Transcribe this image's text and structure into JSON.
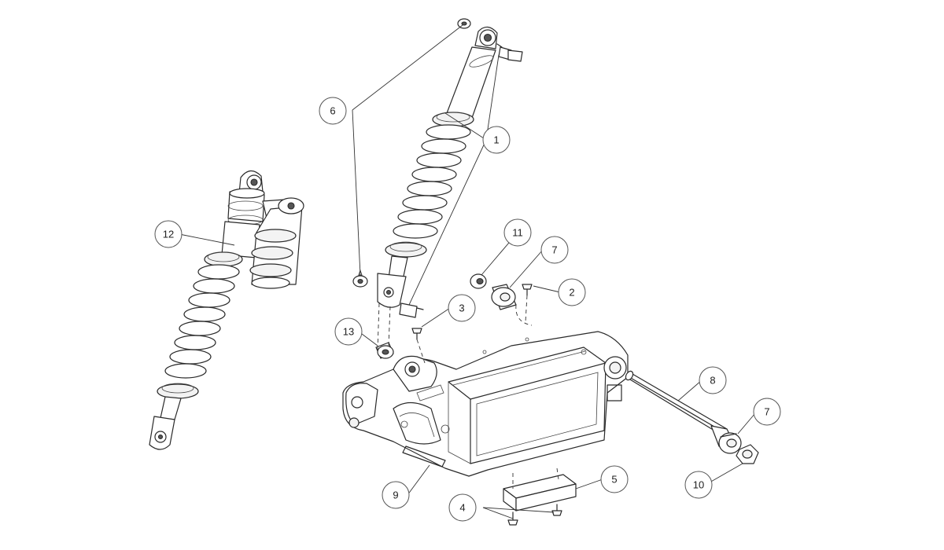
{
  "callouts": [
    {
      "id": "c1",
      "label": "1"
    },
    {
      "id": "c2",
      "label": "2"
    },
    {
      "id": "c3",
      "label": "3"
    },
    {
      "id": "c4",
      "label": "4"
    },
    {
      "id": "c5",
      "label": "5"
    },
    {
      "id": "c6",
      "label": "6"
    },
    {
      "id": "c7a",
      "label": "7"
    },
    {
      "id": "c7b",
      "label": "7"
    },
    {
      "id": "c8",
      "label": "8"
    },
    {
      "id": "c9",
      "label": "9"
    },
    {
      "id": "c10",
      "label": "10"
    },
    {
      "id": "c11",
      "label": "11"
    },
    {
      "id": "c12",
      "label": "12"
    },
    {
      "id": "c13",
      "label": "13"
    }
  ]
}
